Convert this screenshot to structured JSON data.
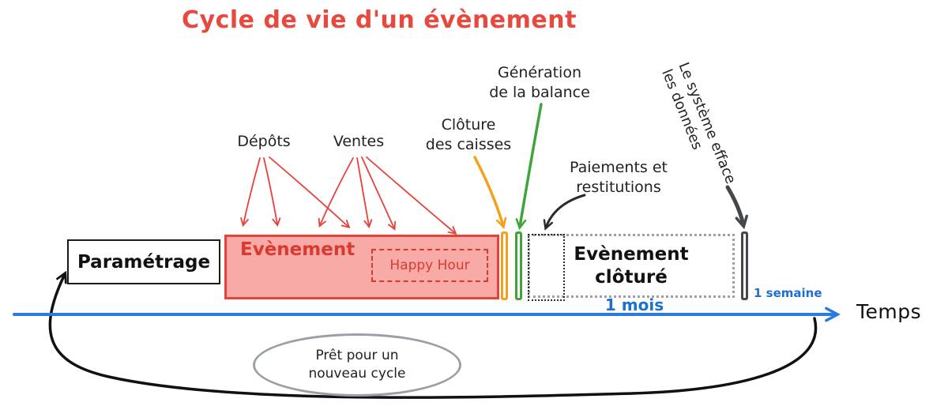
{
  "title": "Cycle de vie d'un évènement",
  "timeline": {
    "axis_label": "Temps",
    "month_label": "1 mois",
    "week_label": "1 semaine"
  },
  "stages": {
    "parametrage": "Paramétrage",
    "evenement": "Evènement",
    "happy_hour": "Happy Hour",
    "evenement_cloture": "Evènement\nclôturé"
  },
  "annotations": {
    "depots": "Dépôts",
    "ventes": "Ventes",
    "cloture_caisses": "Clôture\ndes caisses",
    "generation_balance": "Génération\nde la balance",
    "paiements_restitutions": "Paiements et\nrestitutions",
    "systeme_efface": "Le système efface\nles données",
    "pret_nouveau_cycle": "Prêt pour un\nnouveau cycle"
  },
  "colors": {
    "title_red": "#e8493f",
    "event_red": "#e8413a",
    "event_fill": "#f7aaa6",
    "timeline_blue": "#2b7ae0",
    "duration_blue": "#1d6fd1",
    "orange": "#f3a11c",
    "green": "#3fa53a",
    "gray": "#9aa0a6",
    "dark": "#44474c"
  }
}
